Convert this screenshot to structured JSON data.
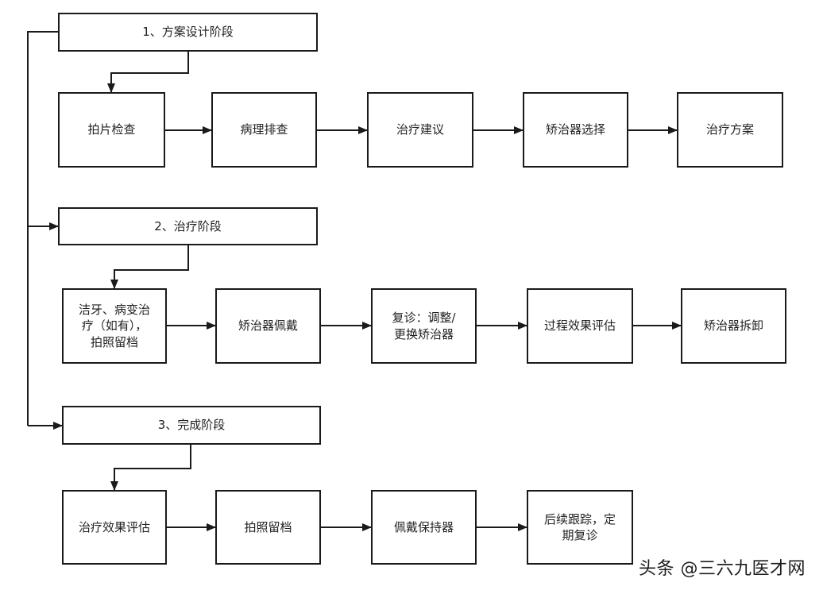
{
  "stages": [
    {
      "title": "1、方案设计阶段",
      "steps": [
        "拍片检查",
        "病理排查",
        "治疗建议",
        "矫治器选择",
        "治疗方案"
      ]
    },
    {
      "title": "2、治疗阶段",
      "steps": [
        "洁牙、病变治\n疗（如有），\n拍照留档",
        "矫治器佩戴",
        "复诊：调整/\n更换矫治器",
        "过程效果评估",
        "矫治器拆卸"
      ]
    },
    {
      "title": "3、完成阶段",
      "steps": [
        "治疗效果评估",
        "拍照留档",
        "佩戴保持器",
        "后续跟踪，定\n期复诊"
      ]
    }
  ],
  "watermark": "头条 @三六九医才网",
  "colors": {
    "line": "#1a1a1a",
    "background": "#ffffff"
  }
}
